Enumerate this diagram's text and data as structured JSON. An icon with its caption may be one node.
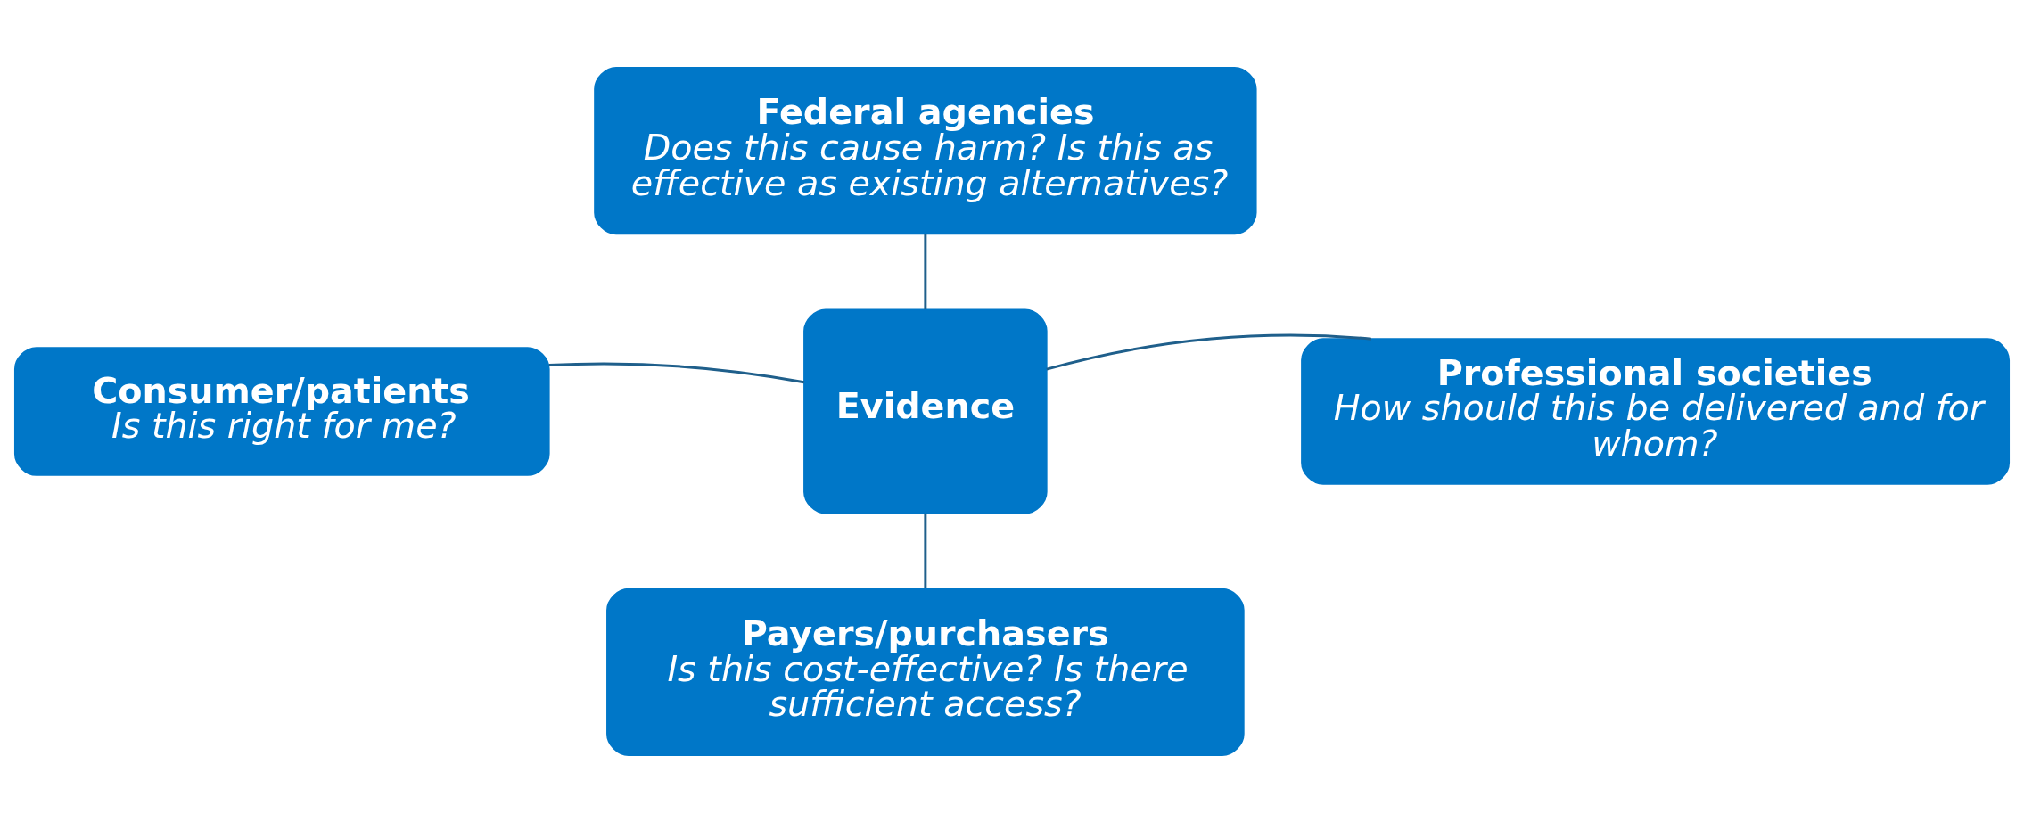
{
  "diagram": {
    "nodes": [
      {
        "text": [
          "Federal agencies",
          "Does this cause harm? Is this as effective as existing alternatives?"
        ]
      },
      {
        "text": [
          "Consumer/patients",
          "Is this right for me?"
        ]
      },
      {
        "text": [
          "Evidence"
        ]
      },
      {
        "text": [
          "Professional societies",
          "How should this be delivered and for whom?"
        ]
      },
      {
        "text": [
          "Payers/purchasers",
          "Is this cost-effective? Is there sufficient access?"
        ]
      }
    ],
    "edges": [
      {
        "from": 0,
        "to": 2,
        "arrow": "none"
      },
      {
        "from": 1,
        "to": 2,
        "arrow": "none"
      },
      {
        "from": 2,
        "to": 3,
        "arrow": "none"
      },
      {
        "from": 2,
        "to": 4,
        "arrow": "none"
      }
    ]
  }
}
